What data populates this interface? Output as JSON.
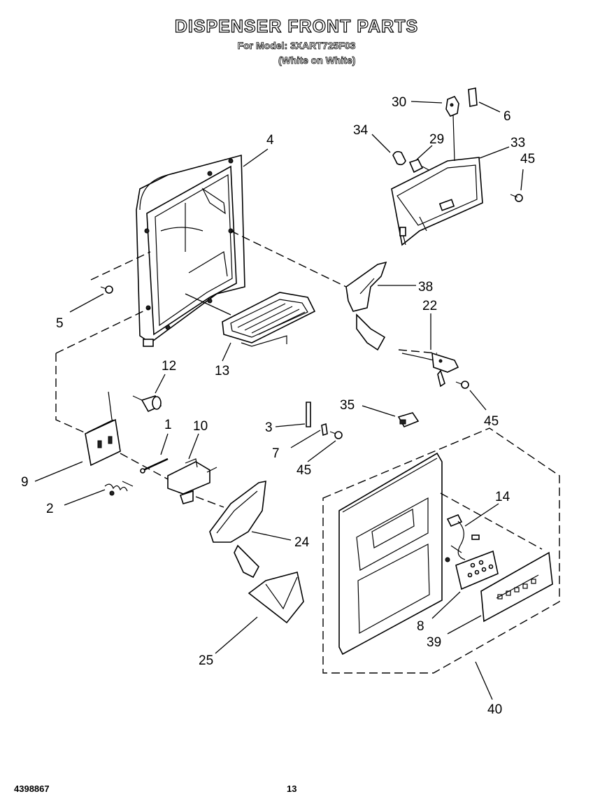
{
  "header": {
    "title": "DISPENSER FRONT PARTS",
    "model_line": "For Model: 3XART725F03",
    "variant_line": "(White on White)"
  },
  "footer": {
    "doc_number": "4398867",
    "page_number": "13"
  },
  "callouts": {
    "c30": "30",
    "c6": "6",
    "c34": "34",
    "c29": "29",
    "c33": "33",
    "c45a": "45",
    "c4": "4",
    "c5": "5",
    "c38": "38",
    "c22": "22",
    "c12": "12",
    "c13": "13",
    "c35": "35",
    "c45b": "45",
    "c1": "1",
    "c10": "10",
    "c3": "3",
    "c7": "7",
    "c45c": "45",
    "c9": "9",
    "c14": "14",
    "c2": "2",
    "c24": "24",
    "c8": "8",
    "c39": "39",
    "c25": "25",
    "c40": "40"
  }
}
